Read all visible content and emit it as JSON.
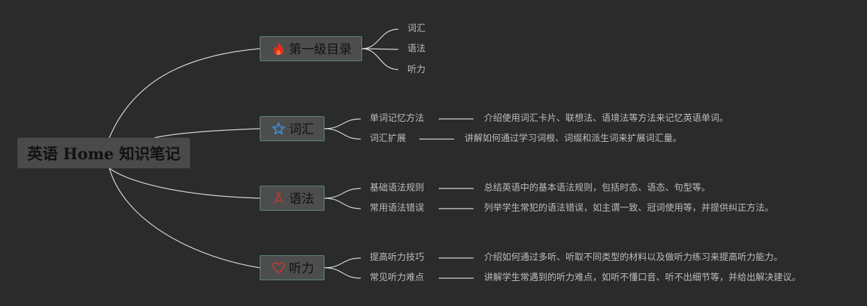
{
  "root": {
    "title": "英语 Home 知识笔记"
  },
  "colors": {
    "background": "#2b2b2b",
    "link": "#dcdcdc",
    "branch_border": "#5e8a7a",
    "fire_icon": "#e0301e",
    "star_icon": "#3a8fd8",
    "grammar_icon": "#c0392b",
    "heart_icon": "#c0392b"
  },
  "branches": [
    {
      "label": "第一级目录",
      "icon": "fire-icon",
      "children": [
        {
          "label": "词汇"
        },
        {
          "label": "语法"
        },
        {
          "label": "听力"
        }
      ]
    },
    {
      "label": "词汇",
      "icon": "star-icon",
      "children": [
        {
          "label": "单词记忆方法",
          "note": "介绍使用词汇卡片、联想法、语境法等方法来记忆英语单词。"
        },
        {
          "label": "词汇扩展",
          "note": "讲解如何通过学习词根、词缀和派生词来扩展词汇量。"
        }
      ]
    },
    {
      "label": "语法",
      "icon": "grammar-icon",
      "children": [
        {
          "label": "基础语法规则",
          "note": "总结英语中的基本语法规则，包括时态、语态、句型等。"
        },
        {
          "label": "常用语法错误",
          "note": "列举学生常犯的语法错误，如主谓一致、冠词使用等，并提供纠正方法。"
        }
      ]
    },
    {
      "label": "听力",
      "icon": "heart-icon",
      "children": [
        {
          "label": "提高听力技巧",
          "note": "介绍如何通过多听、听取不同类型的材料以及做听力练习来提高听力能力。"
        },
        {
          "label": "常见听力难点",
          "note": "讲解学生常遇到的听力难点，如听不懂口音、听不出细节等，并给出解决建议。"
        }
      ]
    }
  ]
}
